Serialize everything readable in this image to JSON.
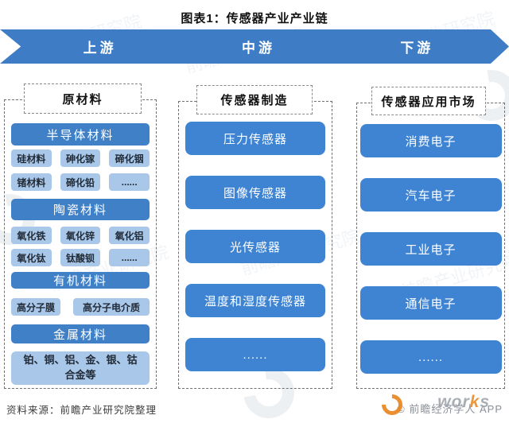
{
  "title": "图表1：传感器产业产业链",
  "banner": {
    "segments": [
      {
        "label": "上游"
      },
      {
        "label": "中游"
      },
      {
        "label": "下游"
      }
    ]
  },
  "columns": [
    {
      "header": "原材料",
      "sections": [
        {
          "title": "半导体材料",
          "rows": [
            [
              "硅材料",
              "砷化镓",
              "碲化铟"
            ],
            [
              "锗材料",
              "碲化铅",
              "......"
            ]
          ]
        },
        {
          "title": "陶瓷材料",
          "rows": [
            [
              "氧化铁",
              "氧化锌",
              "氧化铝"
            ],
            [
              "氧化钛",
              "钛酸钡",
              "......"
            ]
          ]
        },
        {
          "title": "有机材料",
          "rows": [
            [
              "高分子膜",
              "高分子电介质"
            ]
          ]
        },
        {
          "title": "金属材料",
          "rows": [
            [
              "铂、铜、铝、金、银、钴合金等"
            ]
          ]
        }
      ]
    },
    {
      "header": "传感器制造",
      "items": [
        "压力传感器",
        "图像传感器",
        "光传感器",
        "温度和湿度传感器",
        "......"
      ]
    },
    {
      "header": "传感器应用市场",
      "items": [
        "消费电子",
        "汽车电子",
        "工业电子",
        "通信电子",
        "......"
      ]
    }
  ],
  "source": "资料来源：前瞻产业研究院整理",
  "watermark": {
    "text": "前瞻产业研究院",
    "copyright": "© 前瞻经济学人 APP",
    "logo_w": "wor",
    "logo_k": "k",
    "logo_s": "s"
  },
  "colors": {
    "banner_blue": "#3e7dc6",
    "section_header_blue": "#4080c7",
    "node_blue": "#3f84d3",
    "light_cell_blue": "#a9c8e9",
    "eworks_orange": "#e8851c"
  }
}
